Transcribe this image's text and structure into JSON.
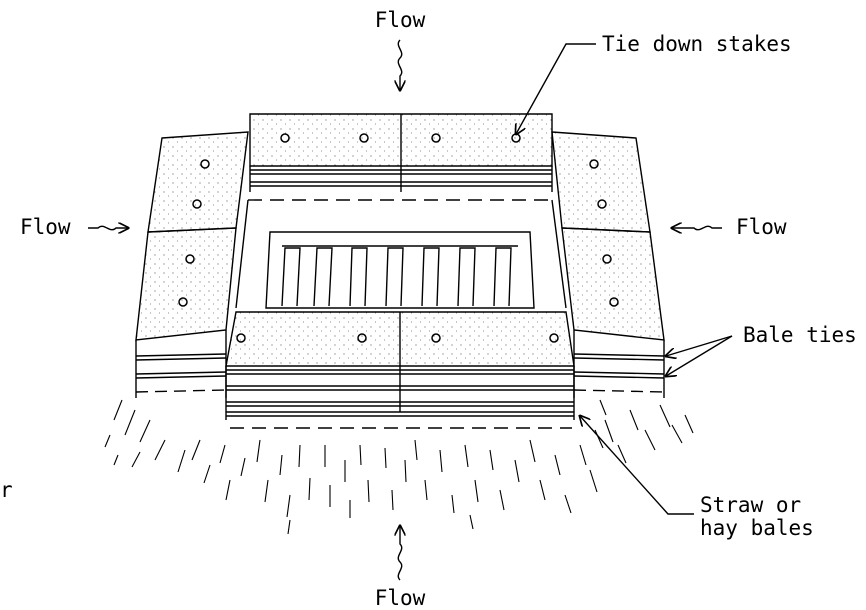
{
  "labels": {
    "flow_top": "Flow",
    "flow_left": "Flow",
    "flow_right": "Flow",
    "flow_bottom": "Flow",
    "tie_down": "Tie down stakes",
    "bale_ties": "Bale ties",
    "straw_line1": "Straw or",
    "straw_line2": "hay bales",
    "edge_fragment": "r"
  },
  "colors": {
    "ink": "#000000",
    "paper": "#ffffff"
  }
}
